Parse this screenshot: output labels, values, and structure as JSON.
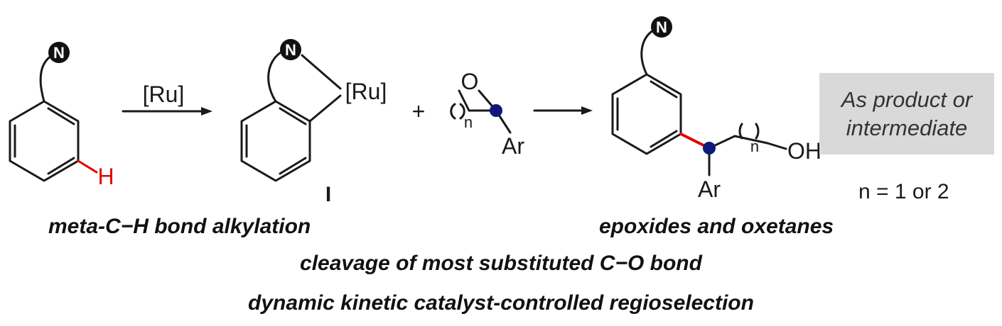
{
  "scheme": {
    "reagent_label": "[Ru]",
    "intermediate_metal_label": "[Ru]",
    "intermediate_label": "I",
    "plus_sign": "+",
    "heteroatom_n": "N",
    "hydrogen_label": "H",
    "oxygen_label": "O",
    "subscript_n": "n",
    "aryl_label": "Ar",
    "hydroxyl_label": "OH"
  },
  "note_box": {
    "line1": "As product or",
    "line2": "intermediate"
  },
  "n_condition": "n = 1 or 2",
  "captions": {
    "left": "meta-C−H bond alkylation",
    "right": "epoxides and oxetanes",
    "line1": "cleavage of most substituted  C−O bond",
    "line2": "dynamic kinetic catalyst-controlled regioselection"
  },
  "colors": {
    "highlight_bond": "#e00000",
    "stereocenter": "#0d1a7a",
    "n_circle": "#111111",
    "note_box_bg": "#d9d9d9"
  }
}
